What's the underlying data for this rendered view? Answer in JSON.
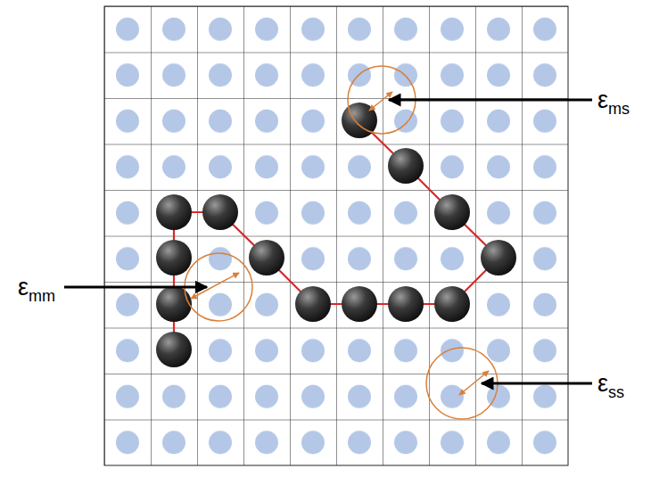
{
  "diagram": {
    "labels": [
      "εms",
      "εmm",
      "εss"
    ]
  }
}
